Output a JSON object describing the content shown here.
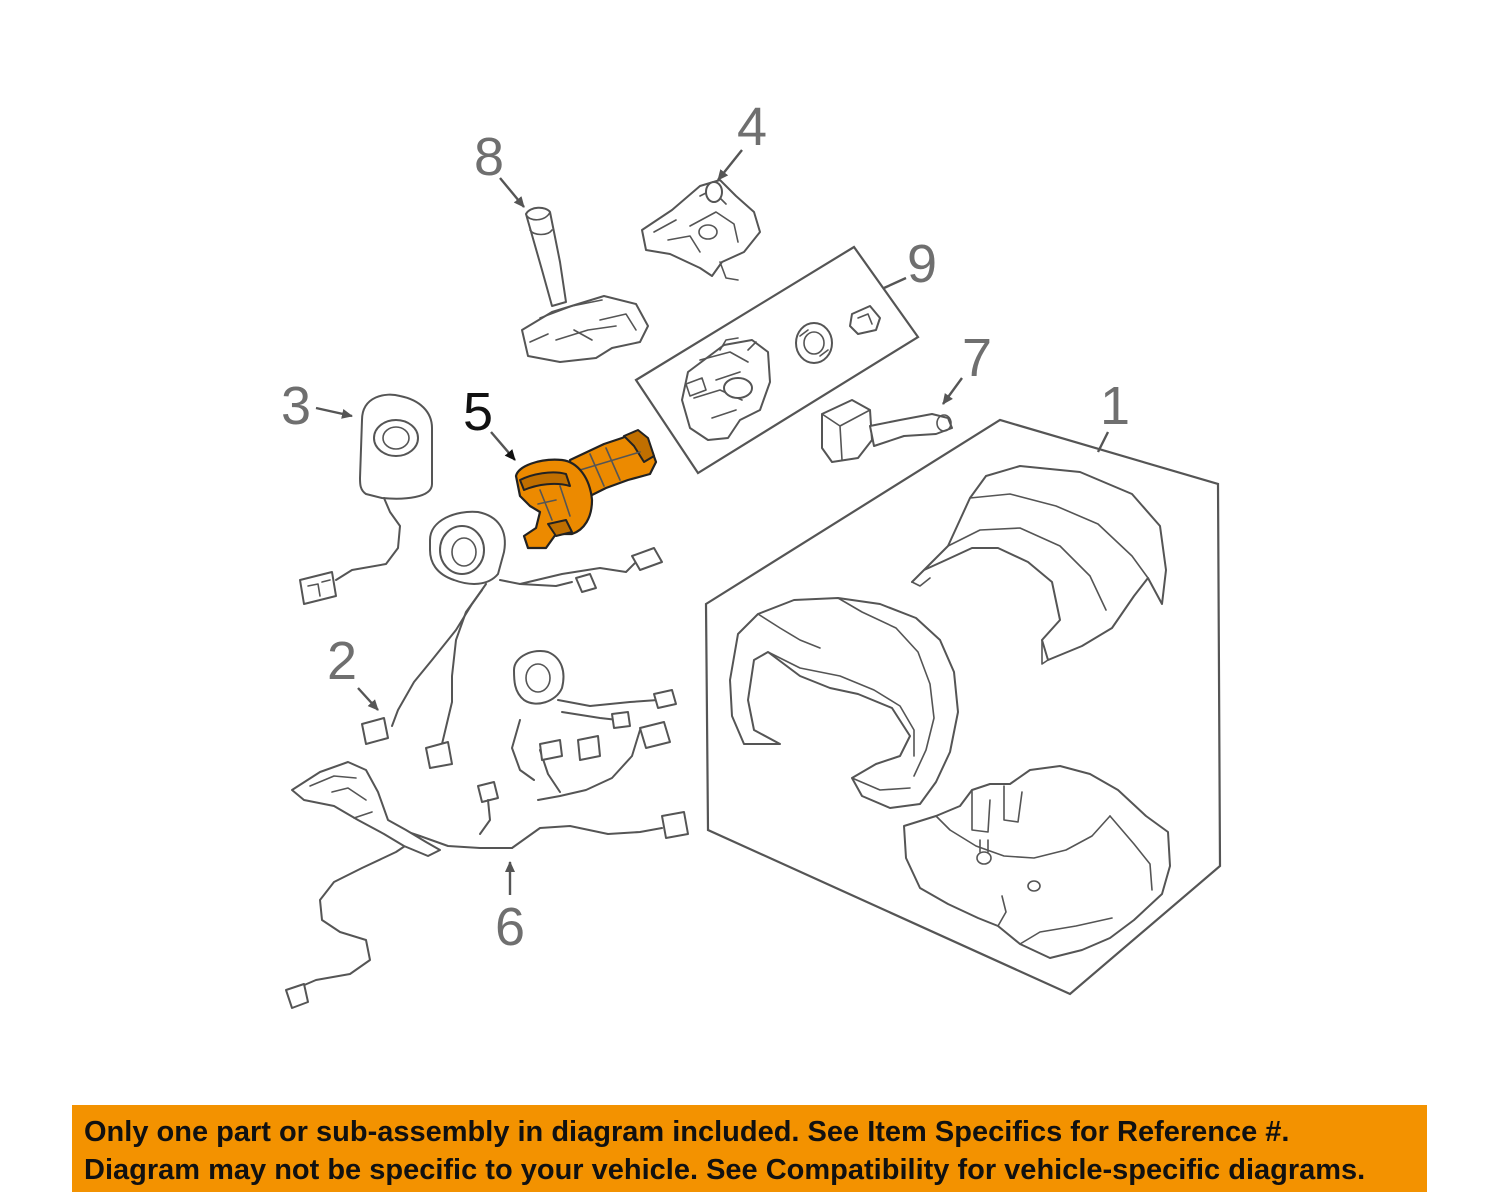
{
  "callouts": {
    "c1": "1",
    "c2": "2",
    "c3": "3",
    "c4": "4",
    "c5": "5",
    "c6": "6",
    "c7": "7",
    "c8": "8",
    "c9": "9"
  },
  "highlighted_part": "5",
  "highlight_color": "#ec8a00",
  "notice": {
    "line1": "Only one part or sub-assembly in diagram included. See Item Specifics for Reference #.",
    "line2": "Diagram may not be specific to your vehicle. See Compatibility for vehicle-specific diagrams.",
    "background": "#f39200"
  }
}
